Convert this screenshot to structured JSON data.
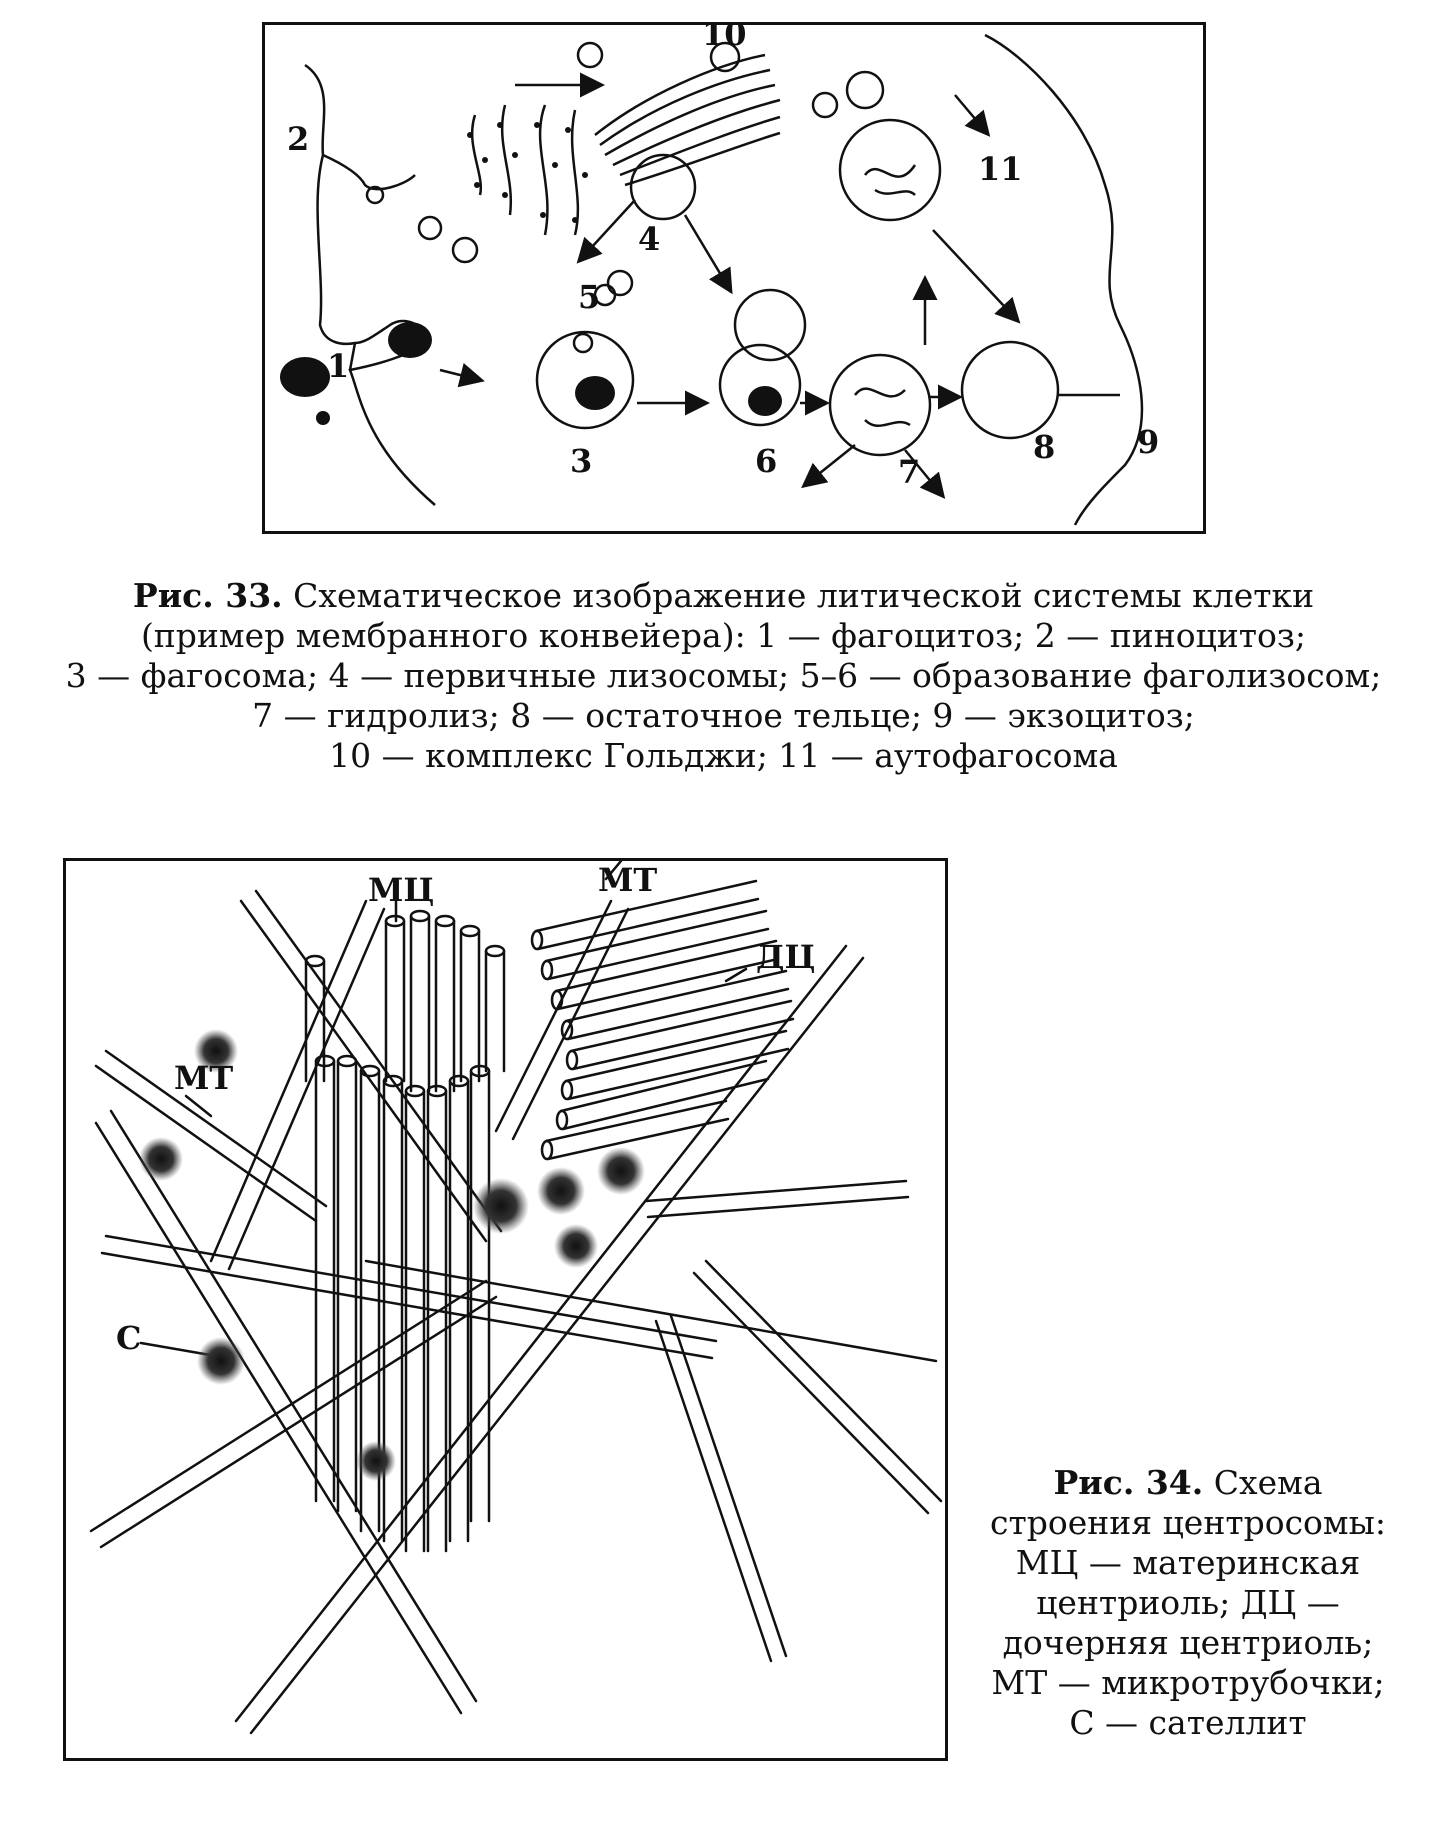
{
  "figure33": {
    "labels": [
      "1",
      "2",
      "3",
      "4",
      "5",
      "6",
      "7",
      "8",
      "9",
      "10",
      "11"
    ],
    "caption": {
      "prefix": "Рис. 33.",
      "line1": "Схематическое изображение литической системы клетки",
      "line2": "(пример мембранного конвейера): 1 — фагоцитоз; 2 — пиноцитоз;",
      "line3": "3 — фагосома; 4 — первичные лизосомы; 5–6 — образование фаголизосом;",
      "line4": "7 — гидролиз; 8 — остаточное тельце; 9 — экзоцитоз;",
      "line5": "10 — комплекс Гольджи; 11 — аутофагосома"
    }
  },
  "figure34": {
    "labels": {
      "mc": "МЦ",
      "mt_top": "МТ",
      "mt_left": "МТ",
      "dc": "ДЦ",
      "c": "С"
    },
    "caption": {
      "prefix": "Рис. 34.",
      "line1": "Схема",
      "line2": "строения центросомы:",
      "line3": "МЦ — материнская",
      "line4": "центриоль; ДЦ —",
      "line5": "дочерняя центриоль;",
      "line6": "МТ — микротрубочки;",
      "line7": "С — сателлит"
    }
  }
}
